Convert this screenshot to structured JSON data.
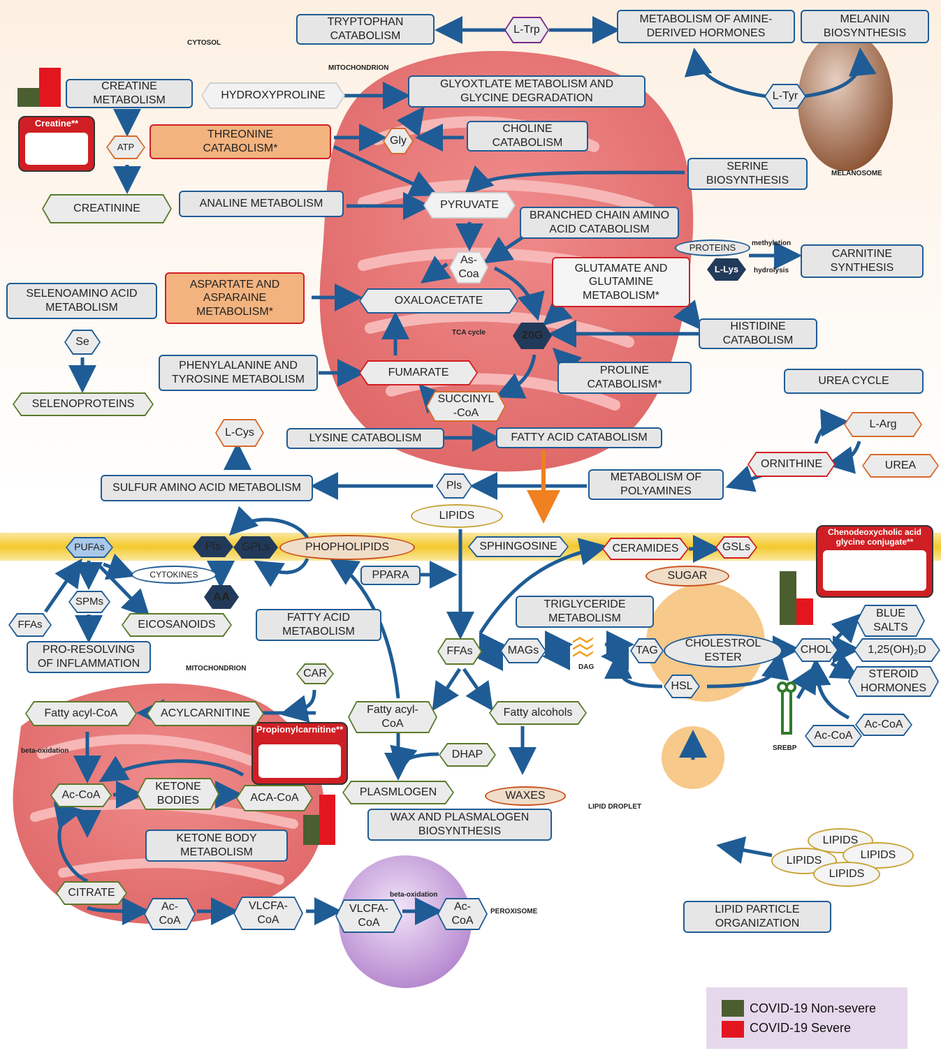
{
  "colors": {
    "non_severe": "#4b5e2f",
    "severe": "#e3161f",
    "arrow": "#1f5c95",
    "mitochondrion": "#e87b7b",
    "membrane": "#f6d24a",
    "melanosome": "#9a5b3a",
    "peroxisome": "#c9a3dc"
  },
  "regions": {
    "cytosol": "CYTOSOL",
    "mito_top": "MITOCHONDRION",
    "melanosome": "MELANOSOME",
    "mito_bottom": "MITOCHONDRION",
    "peroxisome": "PEROXISOME",
    "lipid_droplet": "LIPID DROPLET",
    "tca": "TCA cycle",
    "beta_ox1": "beta-oxidation",
    "beta_ox2": "beta-oxidation",
    "dag": "DAG",
    "srebp": "SREBP",
    "methylation": "methylation",
    "hydrolysis": "hydrolysis"
  },
  "nodes": {
    "tryptophan": "TRYPTOPHAN\nCATABOLISM",
    "ltrp": "L-Trp",
    "amine": "METABOLISM OF AMINE-\nDERIVED HORMONES",
    "melanin": "MELANIN\nBIOSYNTHESIS",
    "creatine_met": "CREATINE\nMETABOLISM",
    "hydroxyproline": "HYDROXYPROLINE",
    "glyoxylate": "GLYOXTLATE METABOLISM AND\nGLYCINE DEGRADATION",
    "ltyr": "L-Tyr",
    "atp": "ATP",
    "threonine": "THREONINE\nCATABOLISM*",
    "gly": "Gly",
    "choline": "CHOLINE\nCATABOLISM",
    "serine": "SERINE\nBIOSYNTHESIS",
    "creatinine": "CREATININE",
    "analine": "ANALINE METABOLISM",
    "pyruvate": "PYRUVATE",
    "bcaa": "BRANCHED CHAIN AMINO\nACID CATABOLISM",
    "proteins": "PROTEINS",
    "llys": "L-Lys",
    "carnitine": "CARNITINE\nSYNTHESIS",
    "ascoa": "As-\nCoa",
    "selenoamino": "SELENOAMINO ACID\nMETABOLISM",
    "aspartate": "ASPARTATE AND\nASPARAINE\nMETABOLISM*",
    "oxaloacetate": "OXALOACETATE",
    "glutamate": "GLUTAMATE AND\nGLUTAMINE\nMETABOLISM*",
    "se": "Se",
    "twog": "20G",
    "histidine": "HISTIDINE\nCATABOLISM",
    "phenylalanine": "PHENYLALANINE AND\nTYROSINE METABOLISM",
    "fumarate": "FUMARATE",
    "proline": "PROLINE\nCATABOLISM*",
    "urea_cycle": "UREA CYCLE",
    "selenoproteins": "SELENOPROTEINS",
    "succinyl": "SUCCINYL\n-CoA",
    "lcys": "L-Cys",
    "lysine": "LYSINE CATABOLISM",
    "fatty_cat": "FATTY ACID CATABOLISM",
    "larg": "L-Arg",
    "ornithine": "ORNITHINE",
    "urea": "UREA",
    "sulfur": "SULFUR AMINO ACID METABOLISM",
    "pls_top": "Pls",
    "polyamines": "METABOLISM OF\nPOLYAMINES",
    "lipids_top": "LIPIDS",
    "pufas": "PUFAs",
    "pls_mid": "Pls",
    "gpls": "GPLs",
    "phospholipids": "PHOPHOLIPIDS",
    "sphingosine": "SPHINGOSINE",
    "ceramides": "CERAMIDES",
    "gsls": "GSLs",
    "cytokines": "CYTOKINES",
    "ppara": "PPARA",
    "sugar": "SUGAR",
    "spms": "SPMs",
    "aa": "AA",
    "ffas_left": "FFAs",
    "eicosanoids": "EICOSANOIDS",
    "fatty_met": "FATTY ACID\nMETABOLISM",
    "triglyceride": "TRIGLYCERIDE\nMETABOLISM",
    "blue_salts": "BLUE\nSALTS",
    "ffas_mid": "FFAs",
    "mags": "MAGs",
    "tag": "TAG",
    "chol_ester": "CHOLESTROL\nESTER",
    "chol": "CHOL",
    "vitd": "1,25(OH)₂D",
    "pro_resolving": "PRO-RESOLVING\nOF INFLAMMATION",
    "car": "CAR",
    "hsl": "HSL",
    "steroid": "STEROID\nHORMONES",
    "fatty_acyl_left": "Fatty acyl-CoA",
    "acylcarnitine": "ACYLCARNITINE",
    "fatty_acyl_mid": "Fatty acyl-\nCoA",
    "fatty_alcohols": "Fatty alcohols",
    "acoa_r": "Ac-CoA",
    "acoa_l": "Ac-CoA",
    "dhap": "DHAP",
    "acoa_mito": "Ac-CoA",
    "ketone_bodies": "KETONE\nBODIES",
    "aca_coa": "ACA-CoA",
    "plasmlogen": "PLASMLOGEN",
    "waxes": "WAXES",
    "wax_bio": "WAX AND PLASMALOGEN\nBIOSYNTHESIS",
    "ketone_met": "KETONE BODY\nMETABOLISM",
    "lipids_a": "LIPIDS",
    "lipids_b": "LIPIDS",
    "lipids_c": "LIPIDS",
    "lipids_d": "LIPIDS",
    "citrate": "CITRATE",
    "acoa_b1": "Ac-\nCoA",
    "vlcfa1": "VLCFA-\nCoA",
    "vlcfa2": "VLCFA-\nCoA",
    "acoa_b2": "Ac-\nCoA",
    "lipid_particle": "LIPID PARTICLE\nORGANIZATION"
  },
  "molecules": {
    "creatine": "Creatine**",
    "cdca": "Chenodeoxycholic acid\nglycine conjugate**",
    "propionyl": "Propionylcarnitine**"
  },
  "bars": {
    "creatine": {
      "non_severe": 0.48,
      "severe": 1.0
    },
    "cdca": {
      "non_severe": 1.0,
      "severe": 0.5
    },
    "propionyl": {
      "non_severe": 0.6,
      "severe": 1.0
    }
  },
  "legend": [
    {
      "label": "COVID-19 Non-severe",
      "color": "#4b5e2f"
    },
    {
      "label": "COVID-19 Severe",
      "color": "#e3161f"
    }
  ]
}
